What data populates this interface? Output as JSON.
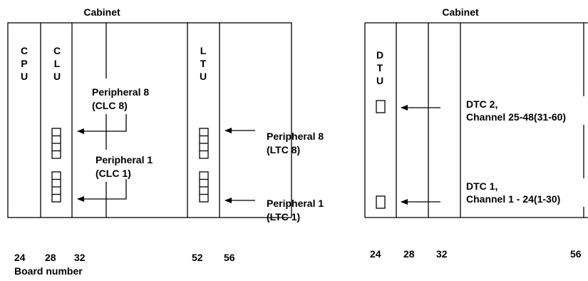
{
  "left_cabinet": {
    "title": "Cabinet",
    "boards": {
      "cpu": [
        "C",
        "P",
        "U"
      ],
      "clu": [
        "C",
        "L",
        "U"
      ],
      "ltu": [
        "L",
        "T",
        "U"
      ]
    },
    "clc_upper": [
      "Peripheral 8",
      "(CLC 8)"
    ],
    "clc_lower": [
      "Peripheral 1",
      "(CLC 1)"
    ],
    "ltc_upper": [
      "Peripheral 8",
      "(LTC 8)"
    ],
    "ltc_lower": [
      "Peripheral 1",
      "(LTC 1)"
    ],
    "board_numbers": [
      "24",
      "28",
      "32",
      "52",
      "56"
    ],
    "axis_label": "Board number"
  },
  "right_cabinet": {
    "title": "Cabinet",
    "boards": {
      "dtu": [
        "D",
        "T",
        "U"
      ]
    },
    "dtc_upper": [
      "DTC 2,",
      "Channel 25-48(31-60)"
    ],
    "dtc_lower": [
      "DTC 1,",
      "Channel 1 - 24(1-30)"
    ],
    "board_numbers": [
      "24",
      "28",
      "32",
      "56"
    ]
  },
  "colors": {
    "line": "#000000",
    "background": "#ffffff"
  }
}
